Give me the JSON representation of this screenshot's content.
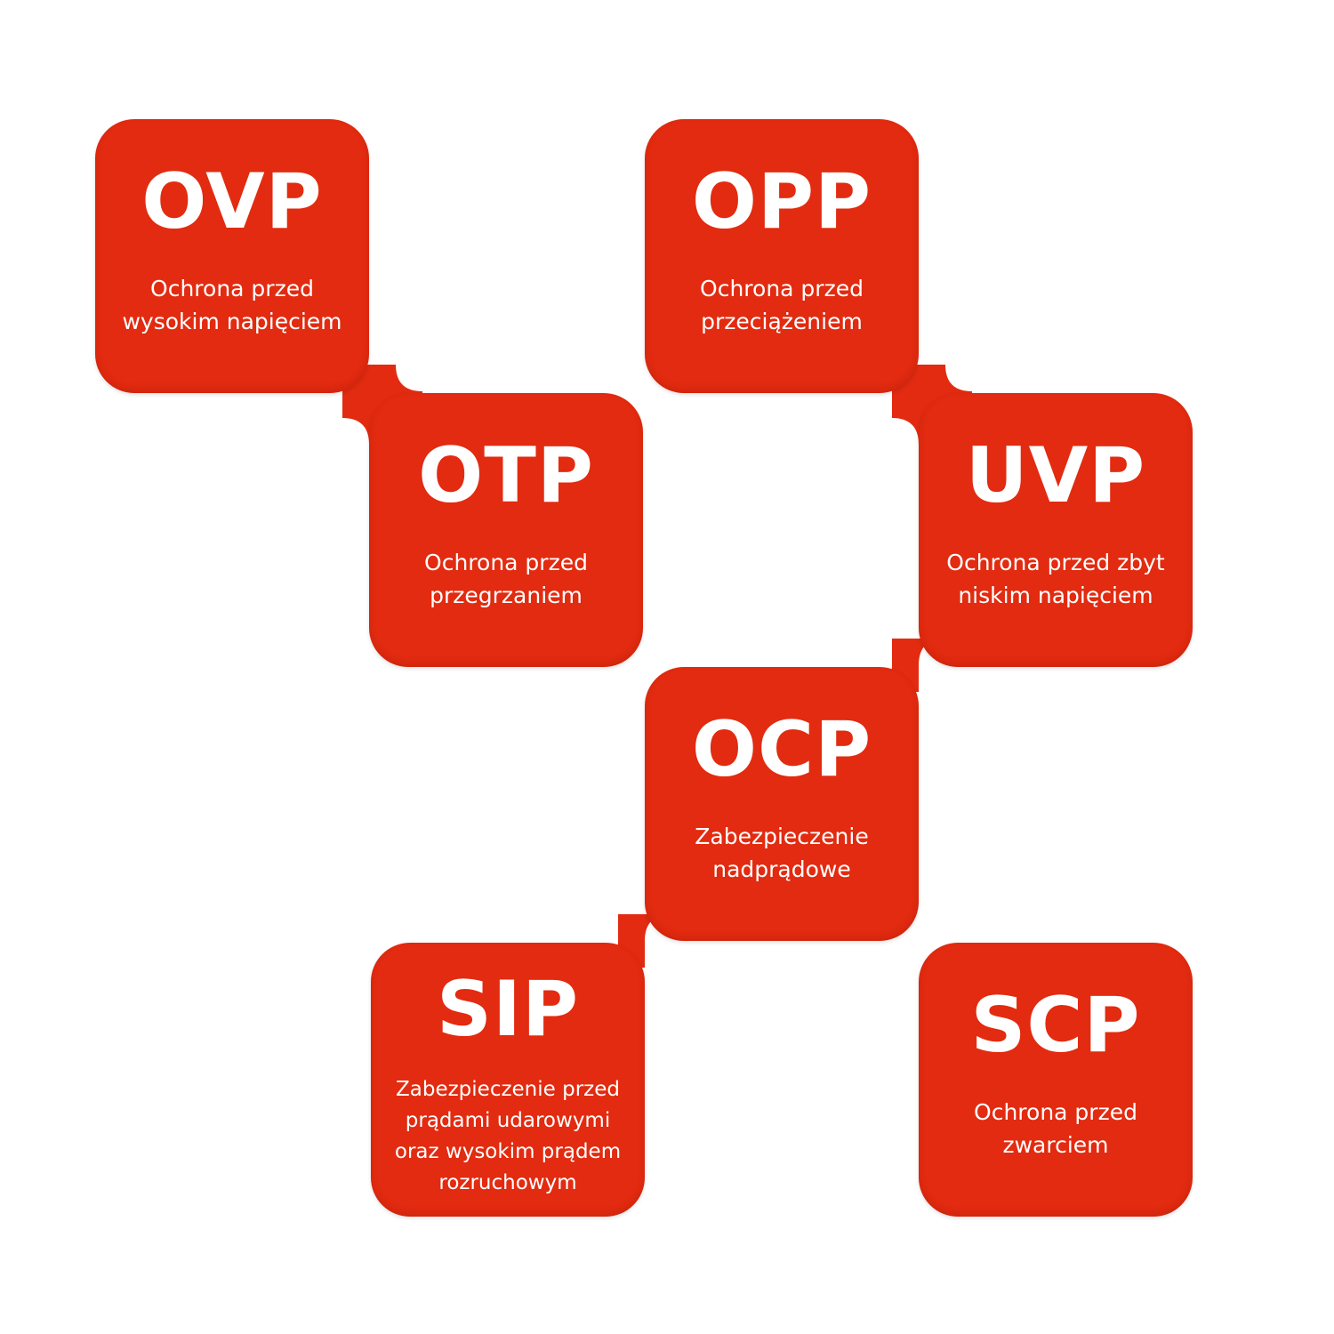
{
  "tiles": {
    "ovp": {
      "code": "OVP",
      "lines": [
        "Ochrona przed",
        "wysokim napięciem"
      ]
    },
    "opp": {
      "code": "OPP",
      "lines": [
        "Ochrona przed",
        "przeciążeniem"
      ]
    },
    "otp": {
      "code": "OTP",
      "lines": [
        "Ochrona przed",
        "przegrzaniem"
      ]
    },
    "uvp": {
      "code": "UVP",
      "lines": [
        "Ochrona przed zbyt",
        "niskim napięciem"
      ]
    },
    "ocp": {
      "code": "OCP",
      "lines": [
        "Zabezpieczenie",
        "nadprądowe"
      ]
    },
    "sip": {
      "code": "SIP",
      "lines": [
        "Zabezpieczenie przed",
        "prądami udarowymi",
        "oraz wysokim prądem",
        "rozruchowym"
      ]
    },
    "scp": {
      "code": "SCP",
      "lines": [
        "Ochrona przed",
        "zwarciem"
      ]
    }
  },
  "colors": {
    "tile": "#e22b10",
    "text": "#ffffff",
    "background": "#ffffff"
  }
}
